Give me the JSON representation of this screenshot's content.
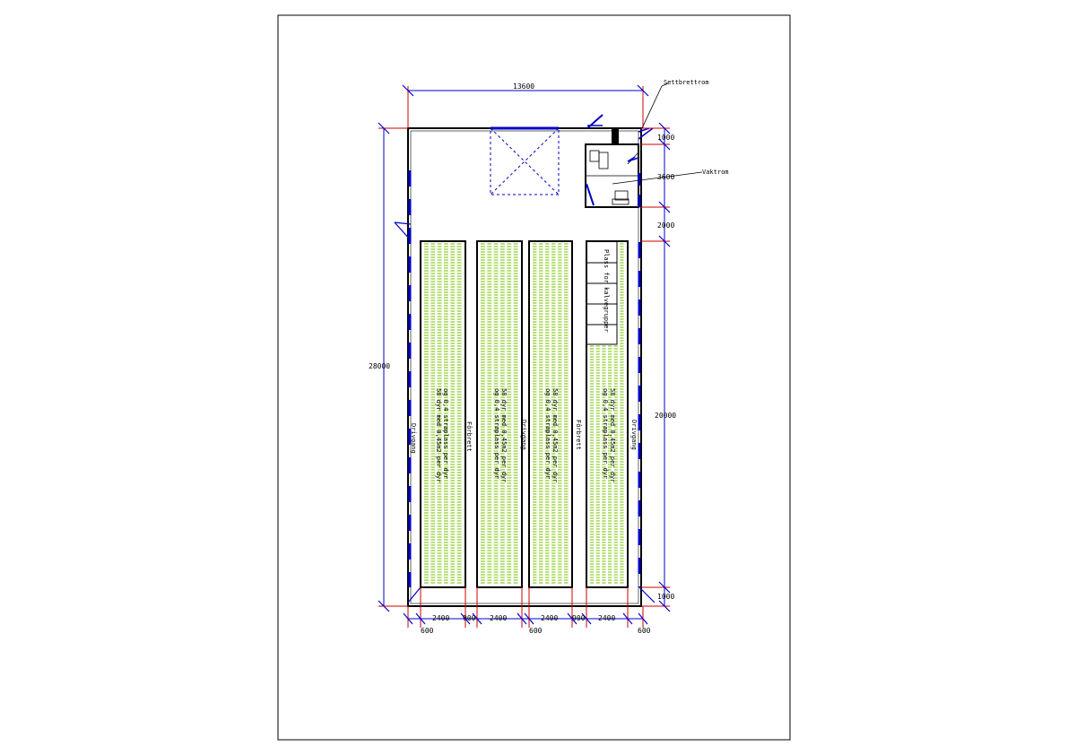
{
  "drawing": {
    "dimensions": {
      "overall_width": "13600",
      "overall_length": "28000",
      "top_gap": "1000",
      "room_depth": "3600",
      "gap_to_pens": "2000",
      "pen_length": "20000",
      "bottom_gap": "1000",
      "pen_width": "2400",
      "walkway_900": "900",
      "side_600": "600"
    },
    "labels": {
      "utility_room": "Settbrettrom",
      "water_room": "Vaktrom",
      "walkway": "Drivgang",
      "feeding_aisle": "Fôrbrett",
      "calf_area": "Plass for kalvegrupper"
    },
    "pens": [
      {
        "line1": "58 dyr med 0,45m2 per dyr",
        "line2": "og 0,4 strøplass per dyr"
      },
      {
        "line1": "58 dyr med 0,45m2 per dyr",
        "line2": "og 0,4 strøplass per dyr"
      },
      {
        "line1": "58 dyr med 0,45m2 per dyr",
        "line2": "og 0,4 strøplass per dyr"
      },
      {
        "line1": "58 dyr med 0,45m2 per dyr",
        "line2": "og 0,4 strøplass per dyr"
      }
    ],
    "colors": {
      "wall": "#000000",
      "door": "#0000cc",
      "dimension": "#cc0000",
      "bedding": "#88cc22"
    }
  }
}
